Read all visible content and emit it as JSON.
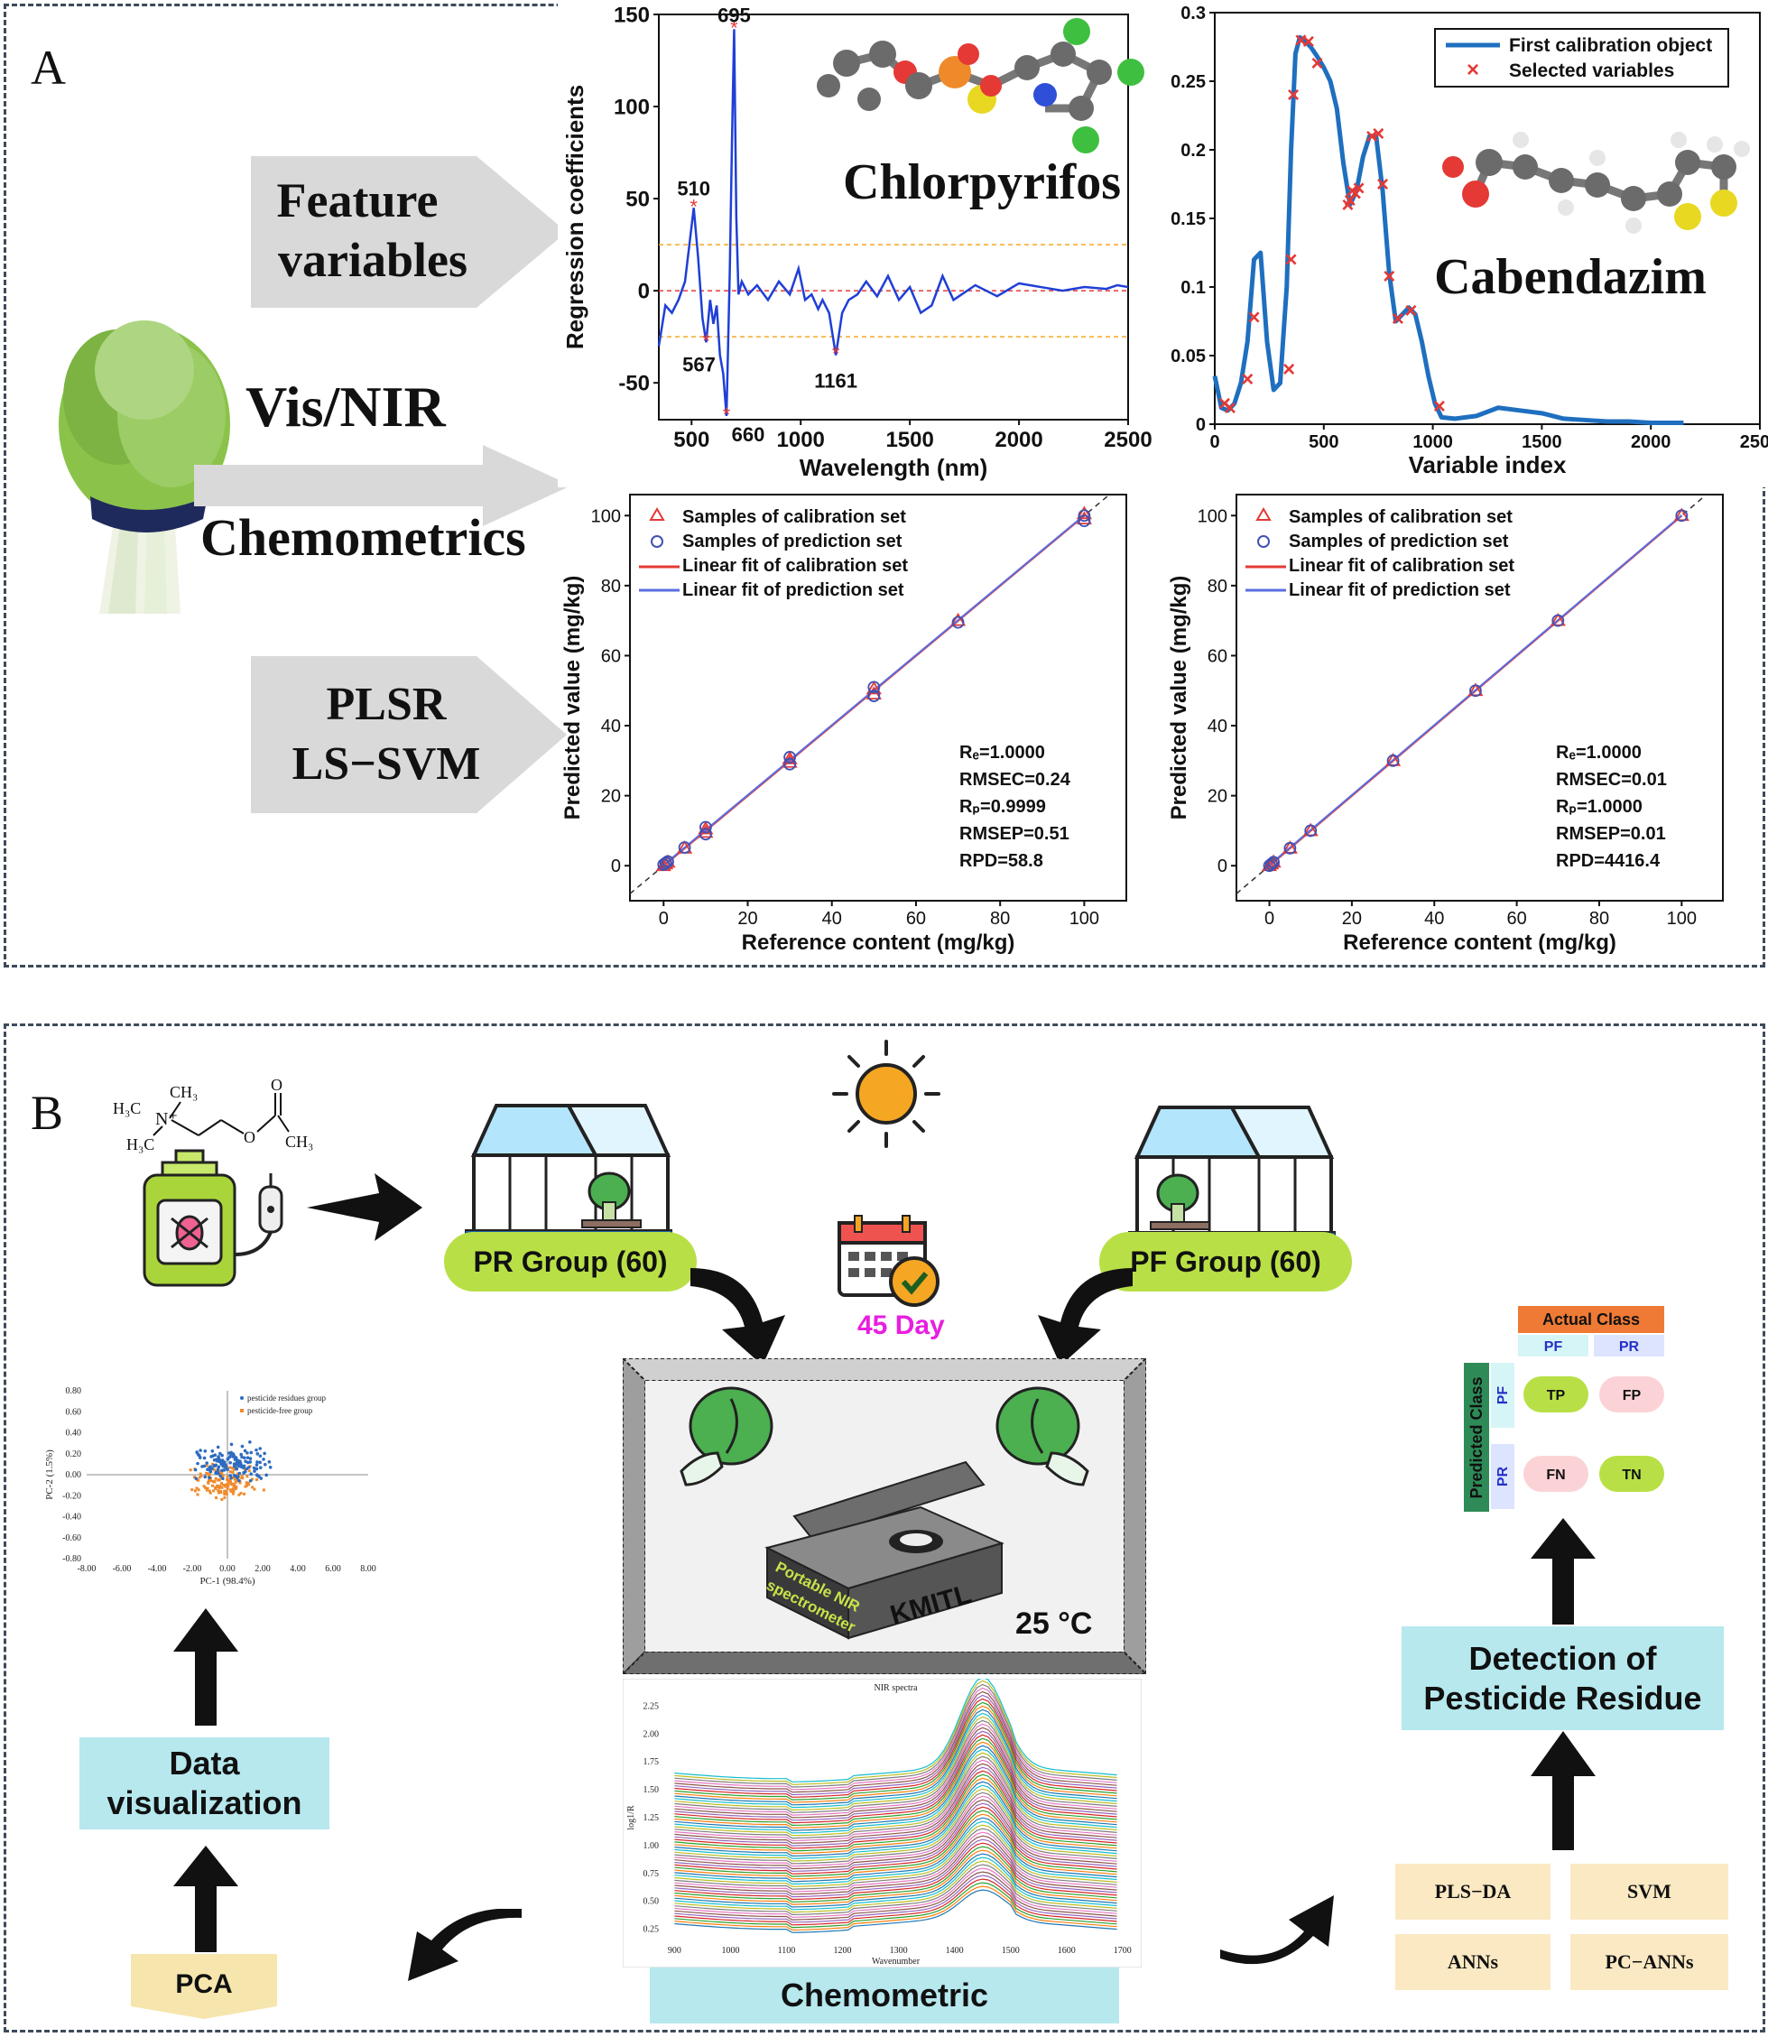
{
  "panel_a": {
    "label": "A",
    "arrow_feature": [
      "Feature",
      "variables"
    ],
    "vis_nir": "Vis/NIR",
    "chemometrics": "Chemometrics",
    "arrow_models": [
      "PLSR",
      "LS−SVM"
    ],
    "chlorpyrifos_label": "Chlorpyrifos",
    "cabendazim_label": "Cabendazim"
  },
  "panel_b": {
    "label": "B",
    "pr_group": "PR Group (60)",
    "pf_group": "PF Group (60)",
    "day_label": "45 Day",
    "temperature": "25 °C",
    "device_text": [
      "Portable NIR",
      "spectrometer"
    ],
    "device_brand": "KMITL",
    "chemometric": "Chemometric",
    "data_visualization": [
      "Data",
      "visualization"
    ],
    "pca": "PCA",
    "detection": [
      "Detection of",
      "Pesticide Residue"
    ],
    "methods": [
      "PLS−DA",
      "SVM",
      "ANNs",
      "PC−ANNs"
    ],
    "molecule": {
      "h3c_top": "H₃C",
      "ch3_top": "CH₃",
      "n_plus": "N⁺",
      "h3c_bottom": "H₃C",
      "o_label": "O",
      "o_label2": "O",
      "ch3_right": "CH₃"
    },
    "confusion": {
      "actual": "Actual Class",
      "predicted": "Predicted Class",
      "pf": "PF",
      "pr": "PR",
      "tp": "TP",
      "fp": "FP",
      "fn": "FN",
      "tn": "TN"
    }
  },
  "chart_data": [
    {
      "type": "line",
      "id": "regression_coefficients",
      "xlabel": "Wavelength (nm)",
      "ylabel": "Regression coefficients",
      "xlim": [
        350,
        2500
      ],
      "ylim": [
        -70,
        150
      ],
      "xticks": [
        "500",
        "1000",
        "1500",
        "2000",
        "2500"
      ],
      "yticks": [
        "-50",
        "0",
        "50",
        "100",
        "150"
      ],
      "threshold_lines": [
        25,
        0,
        -25
      ],
      "series": [
        {
          "x": [
            350,
            380,
            410,
            440,
            470,
            490,
            510,
            530,
            550,
            567,
            585,
            600,
            615,
            630,
            645,
            660,
            675,
            685,
            695,
            705,
            715,
            730,
            760,
            800,
            850,
            900,
            950,
            990,
            1020,
            1050,
            1080,
            1100,
            1130,
            1161,
            1190,
            1220,
            1260,
            1300,
            1350,
            1400,
            1450,
            1500,
            1550,
            1600,
            1650,
            1700,
            1800,
            1900,
            2000,
            2100,
            2200,
            2300,
            2400,
            2450,
            2500
          ],
          "y": [
            -30,
            -8,
            -12,
            -5,
            5,
            25,
            45,
            18,
            -15,
            -28,
            -5,
            -18,
            -8,
            -35,
            -45,
            -68,
            10,
            80,
            142,
            40,
            -2,
            5,
            -2,
            3,
            -5,
            5,
            -2,
            12,
            -5,
            -2,
            -10,
            -5,
            -12,
            -35,
            -12,
            -5,
            -2,
            5,
            -3,
            8,
            -5,
            2,
            -12,
            -8,
            8,
            -5,
            3,
            -3,
            4,
            2,
            0,
            2,
            1,
            3,
            2
          ]
        }
      ],
      "annotations": [
        "695",
        "510",
        "567",
        "660",
        "1161"
      ]
    },
    {
      "type": "line",
      "id": "first_calibration_object",
      "xlabel": "Variable index",
      "xlim": [
        0,
        2500
      ],
      "ylim": [
        0,
        0.3
      ],
      "xticks": [
        "0",
        "500",
        "1000",
        "1500",
        "2000",
        "2500"
      ],
      "yticks": [
        "0",
        "0.05",
        "0.1",
        "0.15",
        "0.2",
        "0.25",
        "0.3"
      ],
      "legend": [
        "First calibration object",
        "Selected variables"
      ],
      "series": [
        {
          "name": "First calibration object",
          "x": [
            0,
            30,
            60,
            90,
            120,
            150,
            180,
            210,
            240,
            270,
            300,
            330,
            350,
            370,
            390,
            410,
            440,
            470,
            500,
            530,
            560,
            590,
            620,
            650,
            680,
            710,
            740,
            770,
            800,
            830,
            860,
            890,
            920,
            950,
            980,
            1010,
            1040,
            1100,
            1200,
            1300,
            1400,
            1500,
            1600,
            1700,
            1800,
            1900,
            2000,
            2100,
            2150
          ],
          "y": [
            0.035,
            0.012,
            0.01,
            0.015,
            0.03,
            0.06,
            0.12,
            0.125,
            0.06,
            0.025,
            0.03,
            0.1,
            0.2,
            0.27,
            0.282,
            0.28,
            0.275,
            0.268,
            0.26,
            0.25,
            0.23,
            0.19,
            0.16,
            0.17,
            0.195,
            0.21,
            0.21,
            0.17,
            0.11,
            0.075,
            0.08,
            0.085,
            0.08,
            0.06,
            0.035,
            0.015,
            0.005,
            0.004,
            0.006,
            0.012,
            0.01,
            0.008,
            0.004,
            0.003,
            0.002,
            0.002,
            0.001,
            0.001,
            0.001
          ]
        },
        {
          "name": "Selected variables",
          "x": [
            45,
            70,
            150,
            180,
            340,
            350,
            360,
            395,
            430,
            470,
            610,
            620,
            630,
            645,
            660,
            720,
            750,
            770,
            800,
            840,
            900,
            1030
          ],
          "y": [
            0.015,
            0.012,
            0.033,
            0.078,
            0.04,
            0.12,
            0.24,
            0.28,
            0.279,
            0.263,
            0.16,
            0.163,
            0.17,
            0.168,
            0.172,
            0.21,
            0.212,
            0.175,
            0.108,
            0.077,
            0.083,
            0.013
          ]
        }
      ]
    },
    {
      "type": "scatter",
      "id": "plsr_prediction",
      "xlabel": "Reference content (mg/kg)",
      "ylabel": "Predicted value (mg/kg)",
      "xlim": [
        -8,
        110
      ],
      "ylim": [
        -10,
        106
      ],
      "xticks": [
        "0",
        "20",
        "40",
        "60",
        "80",
        "100"
      ],
      "yticks": [
        "0",
        "20",
        "40",
        "60",
        "80",
        "100"
      ],
      "legend": [
        "Samples of calibration set",
        "Samples of prediction set",
        "Linear fit of calibration set",
        "Linear fit of prediction set"
      ],
      "stats": [
        "Rₑ=1.0000",
        "RMSEC=0.24",
        "Rₚ=0.9999",
        "RMSEP=0.51",
        "RPD=58.8"
      ],
      "calibration_x": [
        0,
        0.5,
        1,
        5,
        10,
        10,
        30,
        30,
        50,
        50,
        70,
        100,
        100
      ],
      "calibration_y": [
        0,
        0.5,
        1,
        5,
        9.5,
        10.5,
        29.5,
        30.5,
        49,
        50.5,
        70,
        99,
        100.5
      ],
      "prediction_x": [
        0,
        0.5,
        1,
        5,
        10,
        10,
        30,
        30,
        50,
        50,
        70,
        100,
        100
      ],
      "prediction_y": [
        0.3,
        0.8,
        1.2,
        5.2,
        9,
        11,
        29,
        31,
        48.5,
        51,
        69.5,
        98.5,
        100
      ]
    },
    {
      "type": "scatter",
      "id": "lssvm_prediction",
      "xlabel": "Reference content (mg/kg)",
      "ylabel": "Predicted value (mg/kg)",
      "xlim": [
        -8,
        110
      ],
      "ylim": [
        -10,
        106
      ],
      "xticks": [
        "0",
        "20",
        "40",
        "60",
        "80",
        "100"
      ],
      "yticks": [
        "0",
        "20",
        "40",
        "60",
        "80",
        "100"
      ],
      "legend": [
        "Samples of calibration set",
        "Samples of prediction set",
        "Linear fit of calibration set",
        "Linear fit of prediction set"
      ],
      "stats": [
        "Rₑ=1.0000",
        "RMSEC=0.01",
        "Rₚ=1.0000",
        "RMSEP=0.01",
        "RPD=4416.4"
      ],
      "calibration_x": [
        0,
        0.5,
        1,
        5,
        10,
        30,
        50,
        70,
        100
      ],
      "calibration_y": [
        0,
        0.5,
        1,
        5,
        10,
        30,
        50,
        70,
        100
      ],
      "prediction_x": [
        0,
        0.5,
        1,
        5,
        10,
        30,
        50,
        70,
        100
      ],
      "prediction_y": [
        0,
        0.5,
        1,
        5,
        10,
        30,
        50,
        70,
        100
      ]
    },
    {
      "type": "scatter",
      "id": "pca_scores",
      "xlabel": "PC-1 (98.4%)",
      "ylabel": "PC-2 (1.5%)",
      "xlim": [
        -8,
        8
      ],
      "ylim": [
        -0.8,
        0.8
      ],
      "xticks": [
        "-8.00",
        "-6.00",
        "-4.00",
        "-2.00",
        "0.00",
        "2.00",
        "4.00",
        "6.00",
        "8.00"
      ],
      "yticks": [
        "-0.80",
        "-0.60",
        "-0.40",
        "-0.20",
        "0.00",
        "0.20",
        "0.40",
        "0.60",
        "0.80"
      ],
      "legend": [
        "pesticide residues group",
        "pesticide-free group"
      ]
    },
    {
      "type": "line",
      "id": "nir_spectra",
      "title": "NIR spectra",
      "xlabel": "Wavenumber",
      "ylabel": "log1/R",
      "xlim": [
        880,
        1710
      ],
      "ylim": [
        0.15,
        2.35
      ],
      "xticks": [
        "900",
        "1000",
        "1100",
        "1200",
        "1300",
        "1400",
        "1500",
        "1600",
        "1700"
      ],
      "yticks": [
        "0.25",
        "0.50",
        "0.75",
        "1.00",
        "1.25",
        "1.50",
        "1.75",
        "2.00",
        "2.25"
      ]
    }
  ]
}
